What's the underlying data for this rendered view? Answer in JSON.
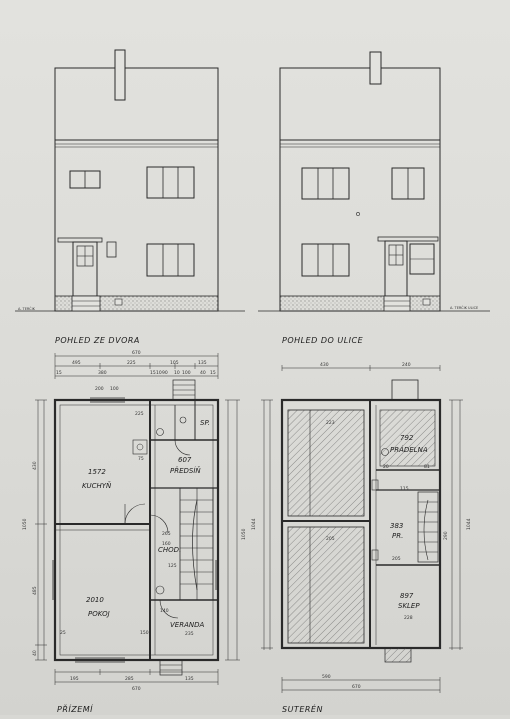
{
  "labels": {
    "view_courtyard": "POHLED ZE DVORA",
    "view_street": "POHLED DO ULICE",
    "ground_floor": "PŘÍZEMÍ",
    "basement": "SUTERÉN"
  },
  "signatures": {
    "left": "A. TERČIK",
    "right": "A. TERČIK ULICE"
  },
  "ground_rooms": [
    {
      "area": "1572",
      "name": "KUCHYŇ"
    },
    {
      "area": "2010",
      "name": "POKOJ"
    },
    {
      "area": "607",
      "name": "PŘEDSÍŇ"
    },
    {
      "area": "",
      "name": "CHOD."
    },
    {
      "area": "",
      "name": "VERANDA"
    },
    {
      "area": "",
      "name": "SP."
    }
  ],
  "basement_rooms": [
    {
      "area": "792",
      "name": "PRÁDELNA"
    },
    {
      "area": "383",
      "name": "PR."
    },
    {
      "area": "897",
      "name": "SKLEP"
    }
  ],
  "ground_dims": {
    "top_total": "670",
    "top": [
      "495",
      "225",
      "105",
      "135"
    ],
    "top_detail": [
      "15",
      "380",
      "15",
      "10",
      "90",
      "10",
      "100",
      "40",
      "15"
    ],
    "left_total": "1050",
    "left": [
      "430",
      "485",
      "40"
    ],
    "right_total": "1050",
    "bottom": [
      "195",
      "285",
      "135"
    ],
    "bottom_total": "670",
    "inner": [
      "200",
      "100",
      "225",
      "75",
      "265",
      "160",
      "125",
      "235",
      "25",
      "150",
      "140"
    ]
  },
  "basement_dims": {
    "top": [
      "430",
      "240"
    ],
    "left_total": "1044",
    "right_total": "1044",
    "bottom": "590",
    "bottom_total": "670",
    "inner": [
      "223",
      "205",
      "20",
      "115",
      "81",
      "290",
      "205",
      "228"
    ]
  }
}
